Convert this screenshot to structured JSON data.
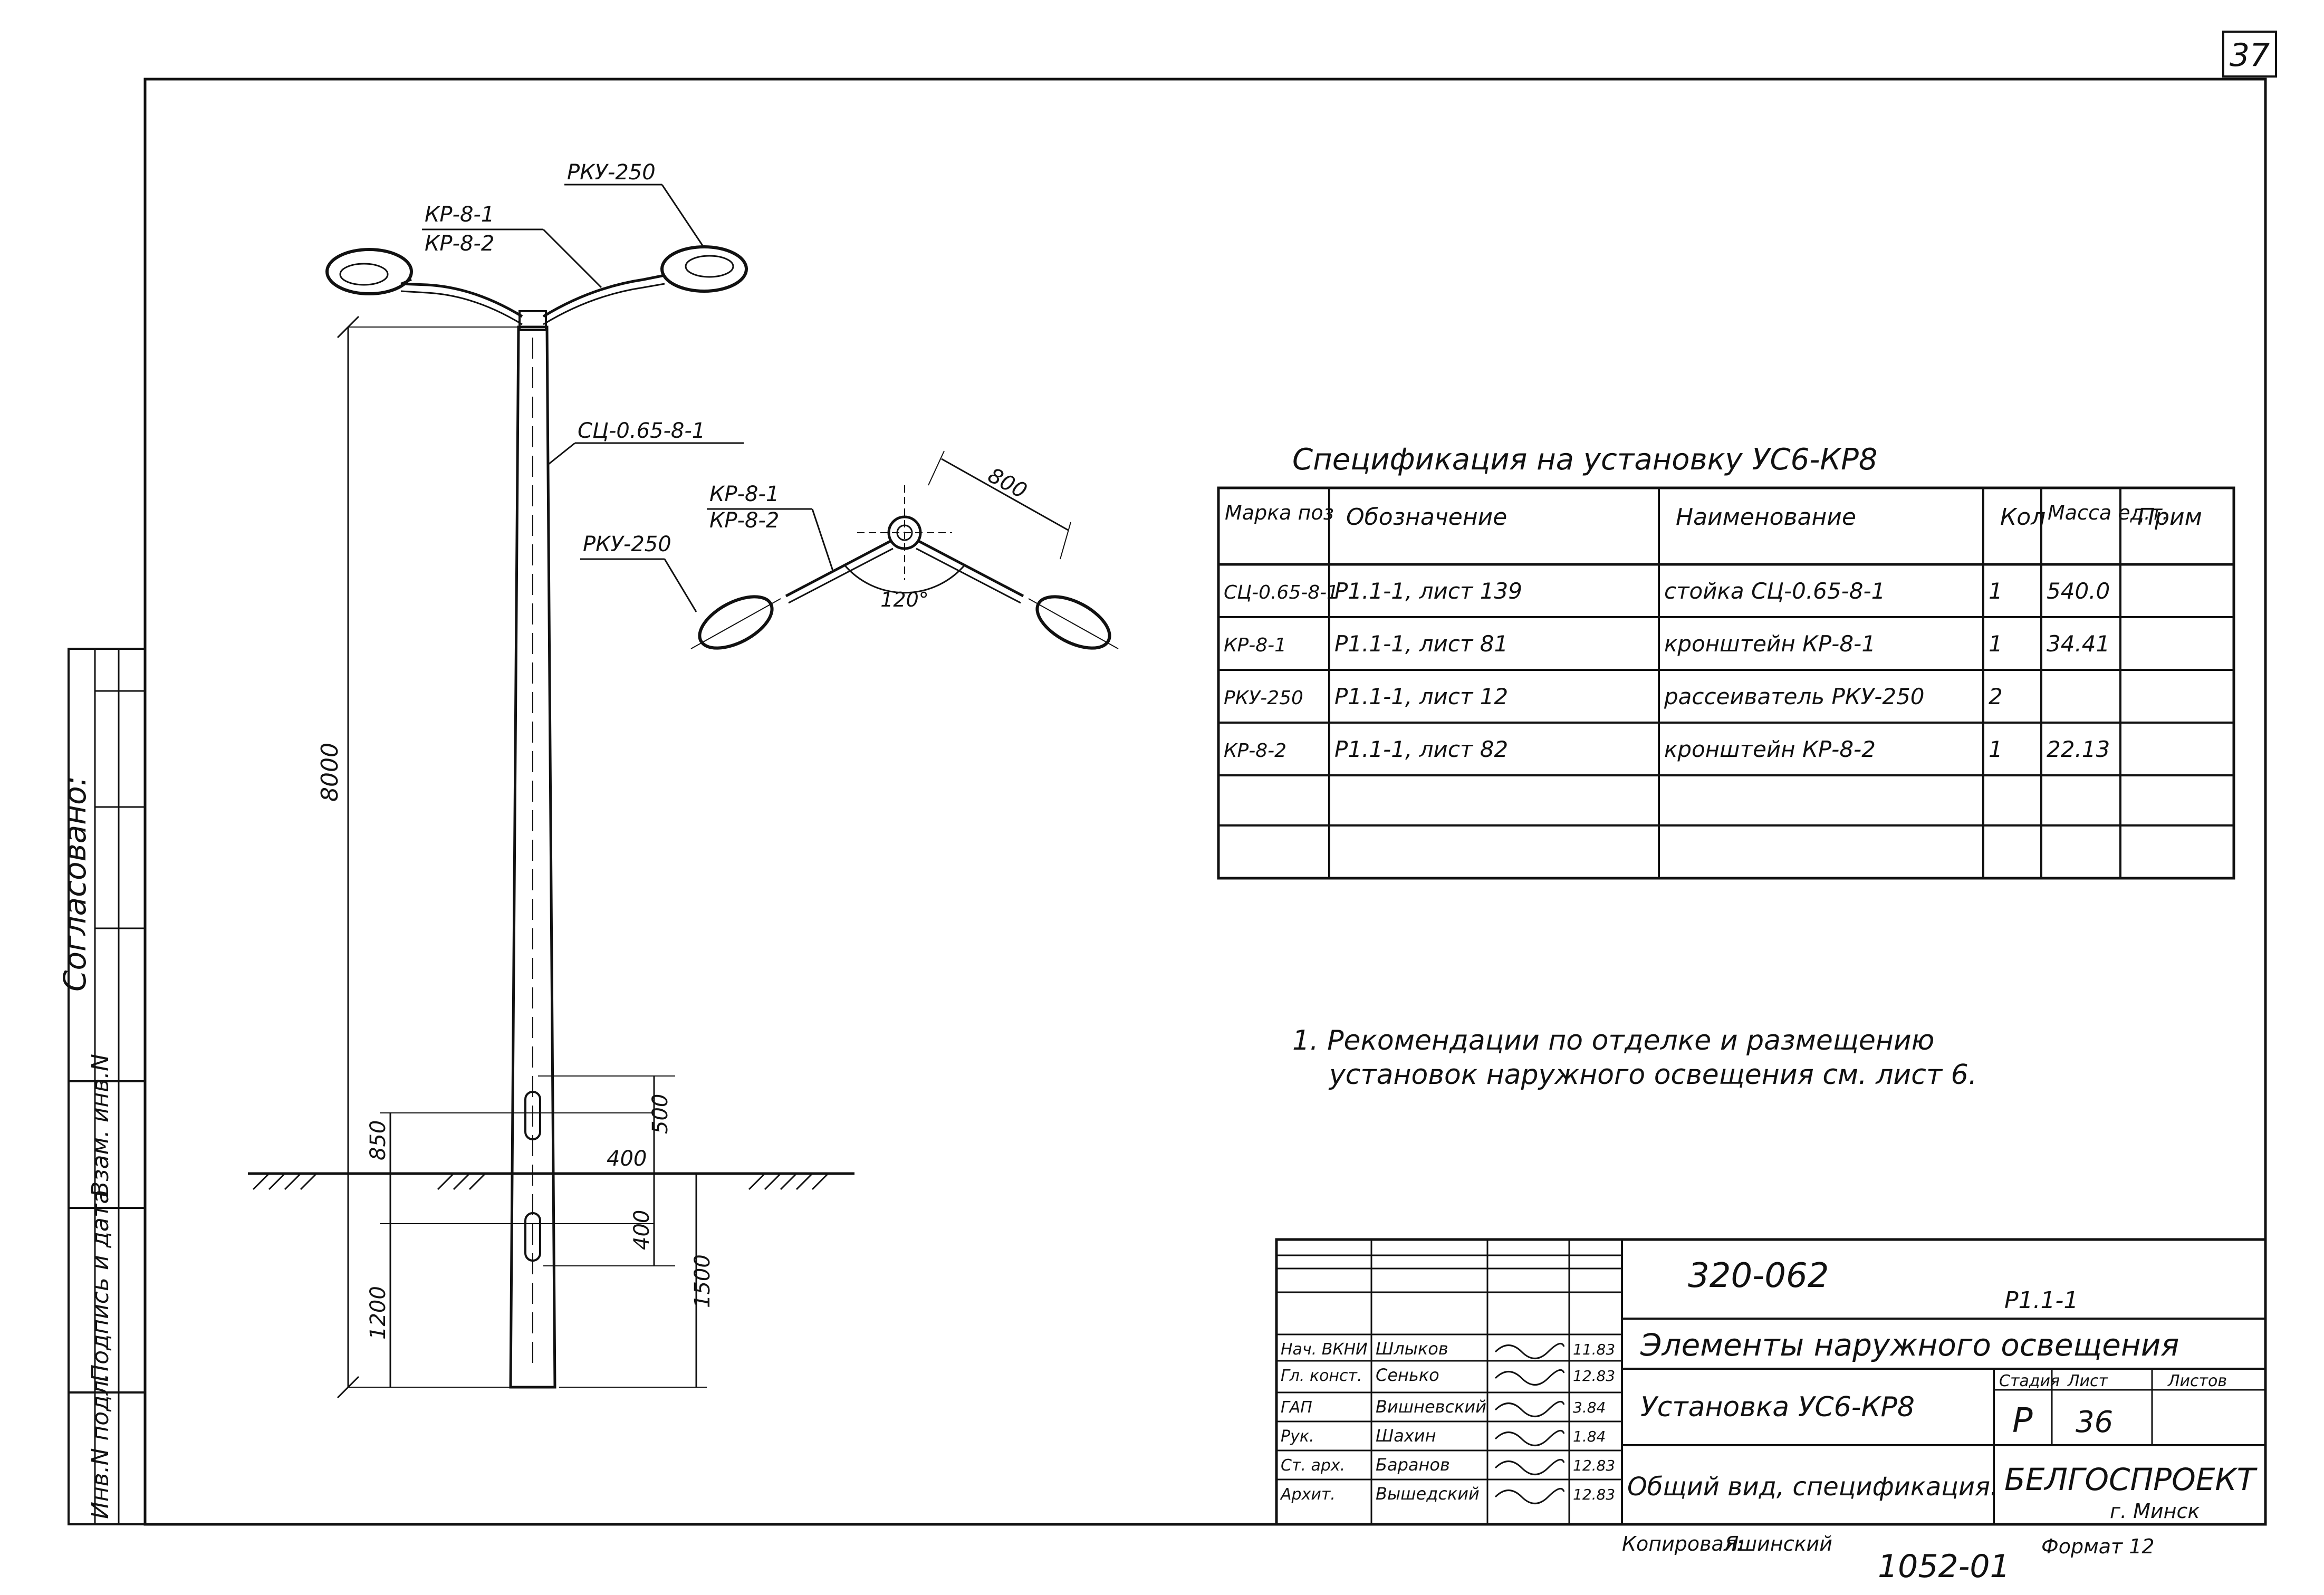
{
  "sheet": {
    "page_number": "37",
    "side_label": "Согласовано:",
    "stamp_cols": [
      "Инв.N подл.",
      "Подпись и дата",
      "Взам. инв.N"
    ]
  },
  "drawing": {
    "callouts": {
      "lamp_top": "РКУ-250",
      "bracket1_top": "КР-8-1",
      "bracket2_top": "КР-8-2",
      "pole": "СЦ-0.65-8-1",
      "bracket1_plan": "КР-8-1",
      "bracket2_plan": "КР-8-2",
      "lamp_plan": "РКУ-250"
    },
    "dimensions": {
      "height": "8000",
      "plan_800": "800",
      "angle": "120°",
      "d850": "850",
      "d500": "500",
      "d400a": "400",
      "d400b": "400",
      "d1200": "1200",
      "d1500": "1500"
    }
  },
  "specification": {
    "title": "Спецификация на установку УС6-КР8",
    "headers": [
      "Марка поз",
      "Обозначение",
      "Наименование",
      "Кол",
      "Масса ед.т.",
      "Прим"
    ],
    "rows": [
      [
        "СЦ-0.65-8-1",
        "Р1.1-1, лист 139",
        "стойка   СЦ-0.65-8-1",
        "1",
        "540.0",
        ""
      ],
      [
        "КР-8-1",
        "Р1.1-1, лист 81",
        "кронштейн КР-8-1",
        "1",
        "34.41",
        ""
      ],
      [
        "РКУ-250",
        "Р1.1-1, лист 12",
        "рассеиватель РКУ-250",
        "2",
        "",
        ""
      ],
      [
        "КР-8-2",
        "Р1.1-1, лист 82",
        "кронштейн КР-8-2",
        "1",
        "22.13",
        ""
      ],
      [
        "",
        "",
        "",
        "",
        "",
        ""
      ],
      [
        "",
        "",
        "",
        "",
        "",
        ""
      ]
    ]
  },
  "note": {
    "line1": "1. Рекомендации по отделке и размещению",
    "line2": "установок наружного освещения см. лист 6."
  },
  "title_block": {
    "doc_number": "320-062",
    "series": "Р1.1-1",
    "project_title": "Элементы наружного освещения",
    "item_title": "Установка УС6-КР8",
    "sheet_title": "Общий вид, спецификация.",
    "stage_label": "Стадия",
    "sheet_label": "Лист",
    "sheets_label": "Листов",
    "stage": "Р",
    "sheet_no": "36",
    "org": "БЕЛГОСПРОЕКТ",
    "city": "г. Минск",
    "staff": [
      {
        "role": "Нач. ВКНИ",
        "name": "Шлыков",
        "date": "11.83"
      },
      {
        "role": "Гл. конст.",
        "name": "Сенько",
        "date": "12.83"
      },
      {
        "role": "ГАП",
        "name": "Вишневский",
        "date": "3.84"
      },
      {
        "role": "Рук.",
        "name": "Шахин",
        "date": "1.84"
      },
      {
        "role": "Ст. арх.",
        "name": "Баранов",
        "date": "12.83"
      },
      {
        "role": "Архит.",
        "name": "Вышедский",
        "date": "12.83"
      }
    ]
  },
  "footer": {
    "copied": "Копировал:",
    "copier": "Яшинский",
    "format": "Формат 12",
    "order": "1052-01"
  }
}
